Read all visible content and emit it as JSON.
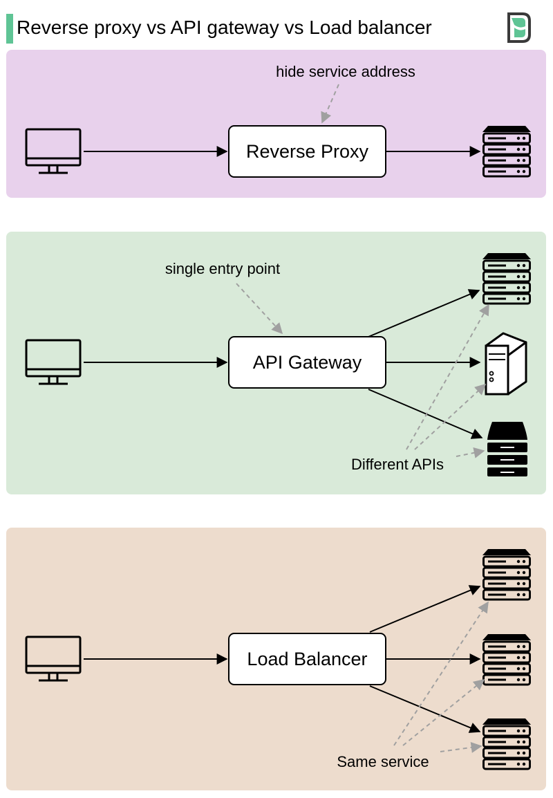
{
  "header": {
    "title": "Reverse proxy vs API gateway vs Load balancer",
    "accent_color": "#5fc495",
    "logo_icon": "bytebytego-logo-icon"
  },
  "panels": [
    {
      "name": "reverse-proxy",
      "background": "#e8d1ec",
      "node_label": "Reverse Proxy",
      "annotation": "hide service address",
      "client_icon": "monitor-icon",
      "target_icons": [
        "server-rack-icon"
      ]
    },
    {
      "name": "api-gateway",
      "background": "#d9ead9",
      "node_label": "API Gateway",
      "annotation": "single entry point",
      "bottom_annotation": "Different APIs",
      "client_icon": "monitor-icon",
      "target_icons": [
        "server-rack-icon",
        "tower-server-icon",
        "database-stack-icon"
      ]
    },
    {
      "name": "load-balancer",
      "background": "#eddccd",
      "node_label": "Load Balancer",
      "bottom_annotation": "Same service",
      "client_icon": "monitor-icon",
      "target_icons": [
        "server-rack-icon",
        "server-rack-icon",
        "server-rack-icon"
      ]
    }
  ]
}
